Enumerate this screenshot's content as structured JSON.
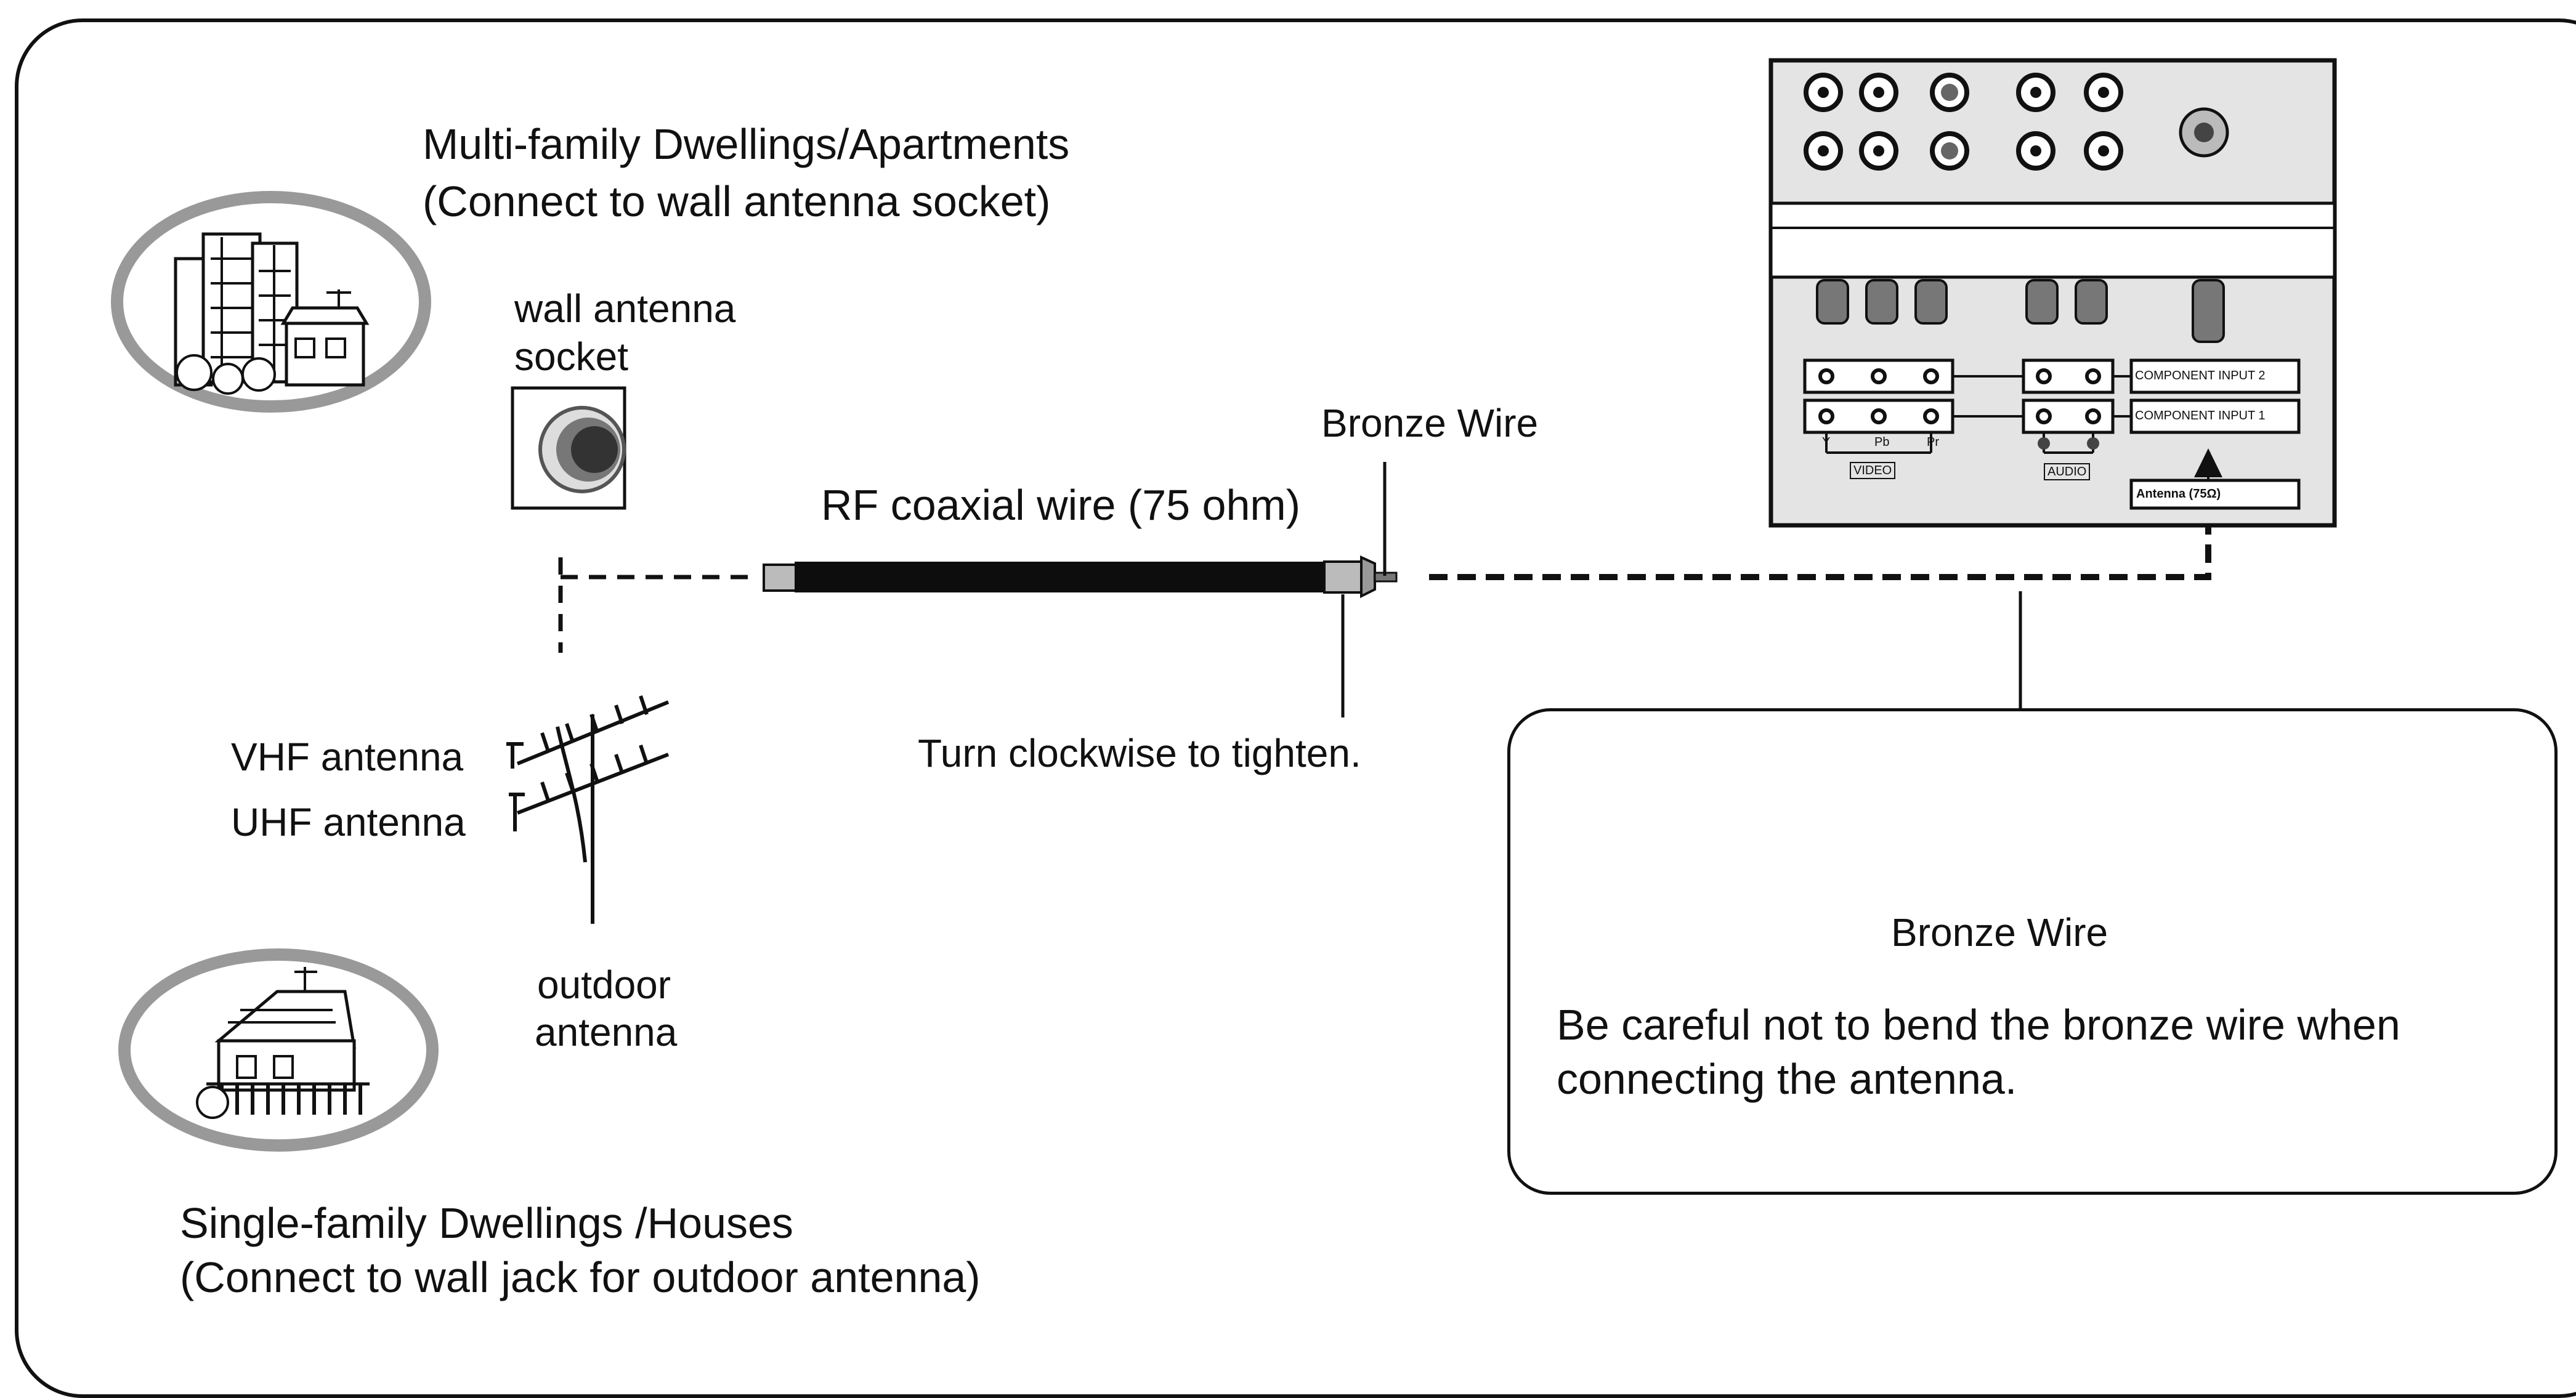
{
  "labels": {
    "multi_family_title": "Multi-family Dwellings/Apartments",
    "multi_family_sub": "(Connect to wall antenna socket)",
    "wall_socket_line1": "wall antenna",
    "wall_socket_line2": "socket",
    "rf_coax": "RF coaxial wire (75 ohm)",
    "bronze_wire_top": "Bronze Wire",
    "turn_clockwise": "Turn clockwise to tighten.",
    "vhf_antenna": "VHF antenna",
    "uhf_antenna": "UHF antenna",
    "outdoor_line1": "outdoor",
    "outdoor_line2": "antenna",
    "single_family_title": "Single-family Dwellings /Houses",
    "single_family_sub": "(Connect to wall jack for outdoor antenna)"
  },
  "tv_panel": {
    "component_input_2": "COMPONENT INPUT 2",
    "component_input_1": "COMPONENT INPUT 1",
    "video": "VIDEO",
    "audio": "AUDIO",
    "antenna": "Antenna (75Ω)",
    "jack_y": "Y",
    "jack_pb": "Pb",
    "jack_pr": "Pr"
  },
  "inset": {
    "bronze_wire": "Bronze Wire",
    "warning": "Be careful not to bend the bronze wire when connecting the antenna."
  },
  "colors": {
    "line": "#111111",
    "panel_bg": "#e4e4e4",
    "ellipse_ring": "#9a9a9a",
    "connector": "#b8b8b8"
  }
}
